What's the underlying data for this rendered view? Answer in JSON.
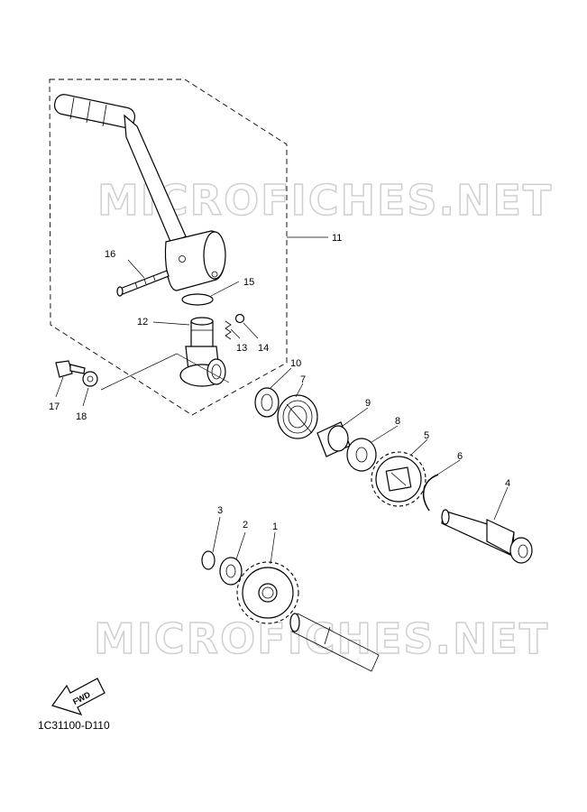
{
  "watermark": "MICROFICHES.NET",
  "diagram_code": "1C31100-D110",
  "fwd_label": "FWD",
  "callouts": {
    "c1": "1",
    "c2": "2",
    "c3": "3",
    "c4": "4",
    "c5": "5",
    "c6": "6",
    "c7": "7",
    "c8": "8",
    "c9": "9",
    "c10": "10",
    "c11": "11",
    "c12": "12",
    "c13": "13",
    "c14": "14",
    "c15": "15",
    "c16": "16",
    "c17": "17",
    "c18": "18"
  }
}
